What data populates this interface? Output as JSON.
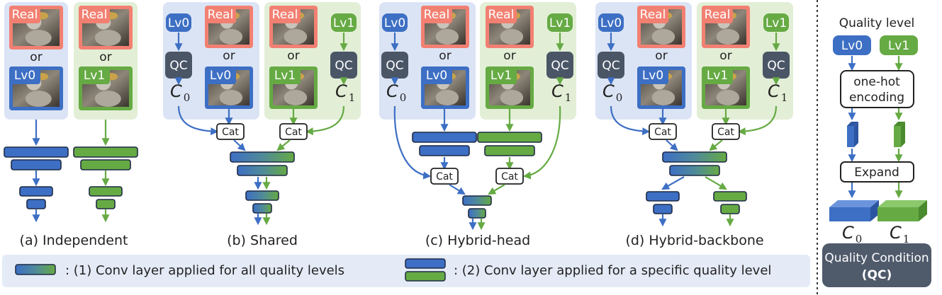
{
  "labels": {
    "real": "Real",
    "or": "or",
    "lv0": "Lv0",
    "lv1": "Lv1",
    "qc": "QC",
    "cat": "Cat",
    "c0_base": "C",
    "c0_sub": "0",
    "c1_base": "C",
    "c1_sub": "1"
  },
  "captions": {
    "a": "(a) Independent",
    "b": "(b) Shared",
    "c": "(c) Hybrid-head",
    "d": "(d) Hybrid-backbone"
  },
  "legend": {
    "item1": ": (1) Conv layer applied for all quality levels",
    "item2": ": (2) Conv layer applied for a specific quality level"
  },
  "right_panel": {
    "title": "Quality level",
    "onehot_line1": "one-hot",
    "onehot_line2": "encoding",
    "expand": "Expand",
    "footer_line1": "Quality Condition",
    "footer_line2": "(QC)"
  },
  "colors": {
    "blue": "#3d6fc4",
    "green": "#66aa44",
    "real_red": "#f28072",
    "qc_gray": "#4a5566",
    "panel_blue": "#dbe4f5",
    "panel_green": "#e2efd6",
    "legend_band": "#e4ebf7",
    "footer_gray": "#4f5a6b"
  }
}
